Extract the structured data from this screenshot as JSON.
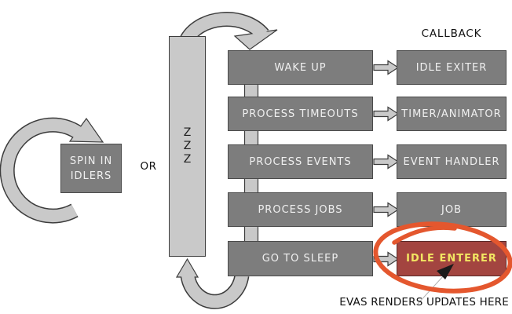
{
  "diagram": {
    "or_label": "OR",
    "callback_header": "CALLBACK",
    "evas_note": "EVAS RENDERS UPDATES HERE",
    "zzz": [
      "Z",
      "Z",
      "Z"
    ],
    "spin_box_lines": [
      "SPIN IN",
      "IDLERS"
    ],
    "loop_steps": [
      "WAKE UP",
      "PROCESS TIMEOUTS",
      "PROCESS EVENTS",
      "PROCESS JOBS",
      "GO TO SLEEP"
    ],
    "callbacks": [
      "IDLE EXITER",
      "TIMER/ANIMATOR",
      "EVENT HANDLER",
      "JOB",
      "IDLE ENTERER"
    ],
    "highlighted_callback": "IDLE ENTERER",
    "colors": {
      "box_fill": "#7d7d7d",
      "box_border": "#4a4a4a",
      "box_text": "#f0f0f0",
      "arrow_fill": "#c9c9c9",
      "arrow_outline": "#3c3c3c",
      "highlight_fill": "#a34540",
      "highlight_text": "#f2e662",
      "annotation_circle": "#e4572e",
      "annotation_arrow": "#1a1a1a"
    }
  }
}
